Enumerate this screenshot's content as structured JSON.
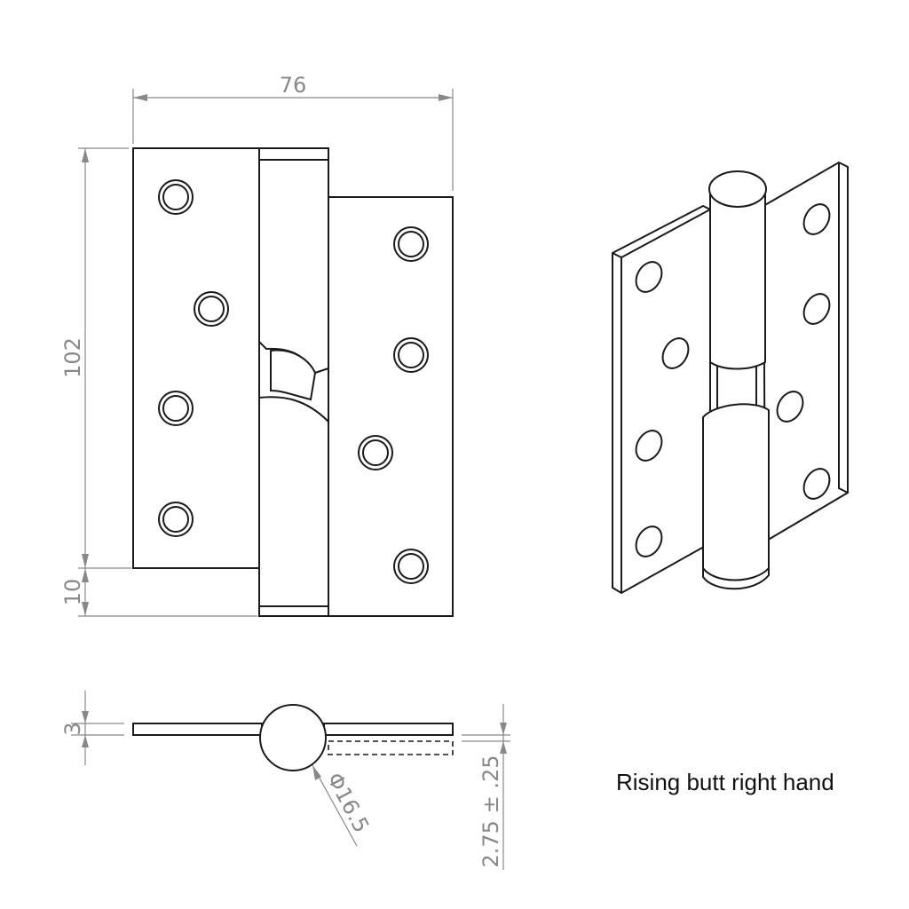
{
  "dimensions": {
    "width": "76",
    "height": "102",
    "rise": "10",
    "thickness": "3",
    "knuckle_diameter": "Φ16.5",
    "offset": "2.75 ± .25"
  },
  "caption": "Rising butt right hand"
}
